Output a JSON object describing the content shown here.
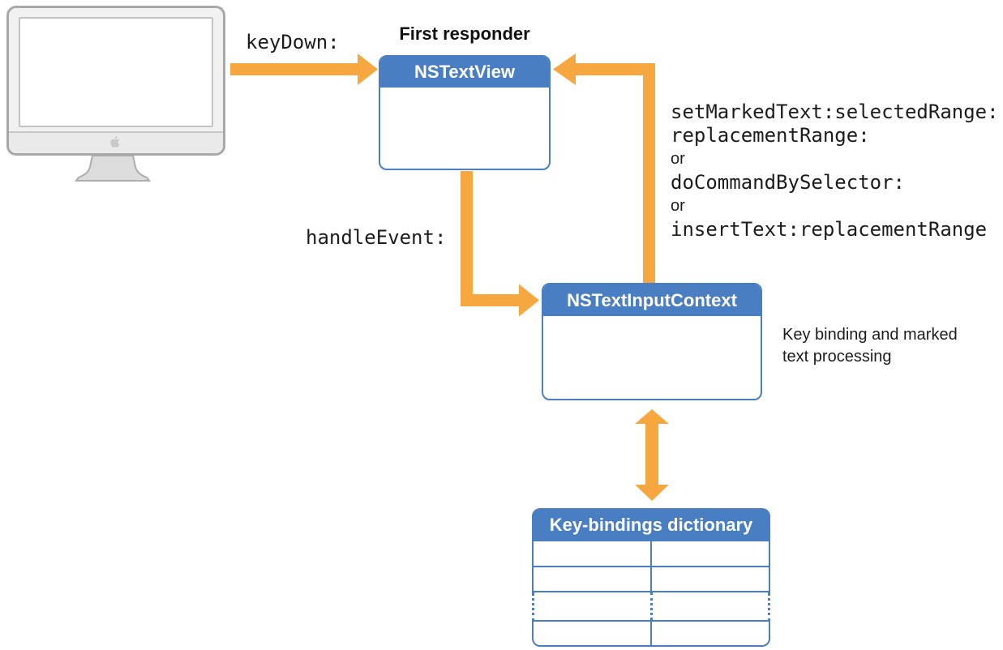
{
  "figure": {
    "first_responder_caption": "First responder",
    "messages": {
      "key_down": "keyDown:",
      "handle_event": "handleEvent:",
      "callback_lines": [
        {
          "text": "setMarkedText:selectedRange:",
          "font": "mono"
        },
        {
          "text": "replacementRange:",
          "font": "mono"
        },
        {
          "text": "or",
          "font": "sans"
        },
        {
          "text": "doCommandBySelector:",
          "font": "mono"
        },
        {
          "text": "or",
          "font": "sans"
        },
        {
          "text": "insertText:replacementRange",
          "font": "mono"
        }
      ]
    },
    "nodes": {
      "text_view": {
        "title": "NSTextView"
      },
      "input_context": {
        "title": "NSTextInputContext",
        "note_lines": [
          "Key binding and marked",
          "text processing"
        ]
      },
      "key_bindings_dictionary": {
        "title": "Key-bindings dictionary",
        "table": {
          "columns": 2,
          "visible_rows": 4,
          "continuation_row_index": 2
        }
      }
    },
    "icons": {
      "display": "imac-display-icon",
      "apple_logo": "apple-logo-icon"
    },
    "colors": {
      "node_blue": "#4a7ec2",
      "arrow_orange": "#f6a73f"
    }
  }
}
